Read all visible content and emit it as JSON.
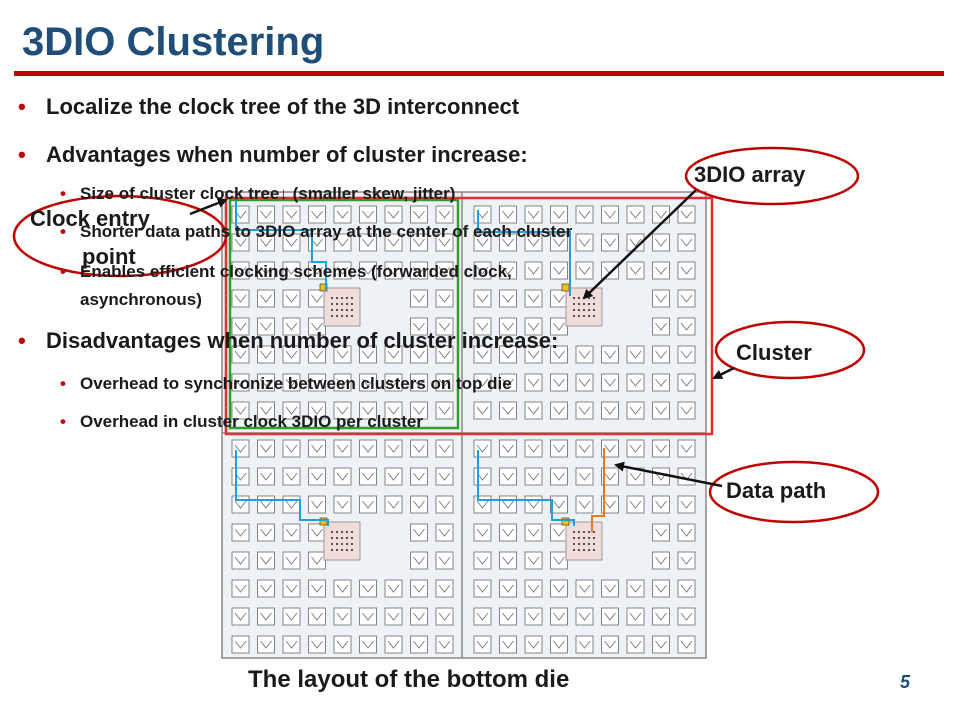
{
  "slide": {
    "title": "3DIO Clustering",
    "page_number": "5",
    "caption": "The layout of the bottom die"
  },
  "bullets": [
    {
      "level": 1,
      "text": "Localize the clock tree of the 3D interconnect"
    },
    {
      "level": 1,
      "text": "Advantages when number of cluster increase:"
    },
    {
      "level": 2,
      "text": "Size of cluster clock tree↓ (smaller skew, jitter)"
    },
    {
      "level": 2,
      "text": "Shorter data paths to 3DIO array at the center of each cluster"
    },
    {
      "level": 2,
      "text": "Enables efficient clocking schemes (forwarded clock,"
    },
    {
      "level": 2,
      "text": "asynchronous)"
    },
    {
      "level": 1,
      "text": "Disadvantages when number of cluster increase:"
    },
    {
      "level": 2,
      "text": "Overhead to synchronize between clusters on top die"
    },
    {
      "level": 2,
      "text": "Overhead in cluster clock 3DIO per cluster"
    }
  ],
  "callouts": {
    "clock_entry_line1": "Clock entry",
    "clock_entry_line2": "point",
    "array": "3DIO array",
    "cluster": "Cluster",
    "data_path": "Data path"
  },
  "colors": {
    "title": "#1F4E79",
    "rule": "#C00000",
    "bullet": "#C00000",
    "green_outline": "#2CA02C",
    "red_outline": "#E03030",
    "data_path_blue": "#1EA0E0",
    "data_path_orange": "#E07820",
    "array_fill": "#F2DCDB",
    "die_fill": "#EEF1F5"
  }
}
